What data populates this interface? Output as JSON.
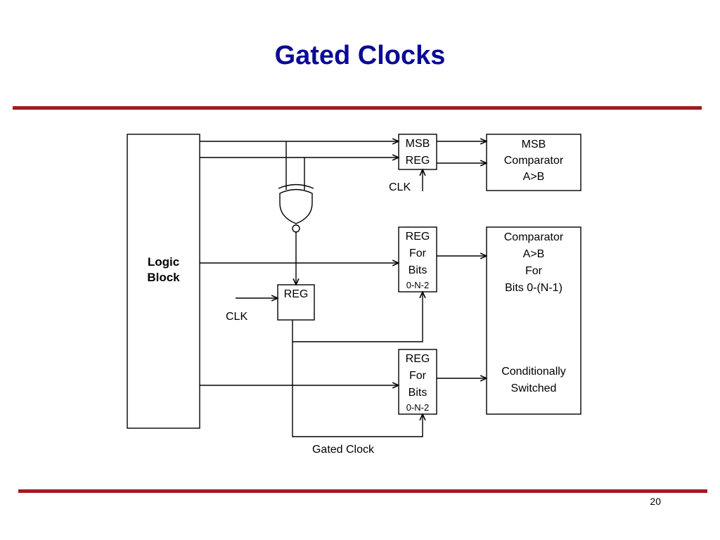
{
  "slide": {
    "title": "Gated Clocks",
    "number": "20",
    "rule_color": "#a31a1e",
    "title_color": "#0a0a96"
  },
  "diagram": {
    "logic_block": {
      "line1": "Logic",
      "line2": "Block"
    },
    "msb_reg": {
      "line1": "MSB",
      "line2": "REG"
    },
    "msb_comparator": {
      "line1": "MSB",
      "line2": "Comparator",
      "line3": "A>B"
    },
    "reg_bits_upper": {
      "line1": "REG",
      "line2": "For",
      "line3": "Bits",
      "line4": "0-N-2"
    },
    "reg_bits_lower": {
      "line1": "REG",
      "line2": "For",
      "line3": "Bits",
      "line4": "0-N-2"
    },
    "comparator_bits": {
      "line1": "Comparator",
      "line2": "A>B",
      "line3": "For",
      "line4": "Bits 0-(N-1)",
      "line5": "Conditionally",
      "line6": "Switched"
    },
    "gate_reg": {
      "label": "REG"
    },
    "clk_msb": "CLK",
    "clk_gate": "CLK",
    "gated_clock": "Gated Clock",
    "gate_type": "XNOR"
  }
}
